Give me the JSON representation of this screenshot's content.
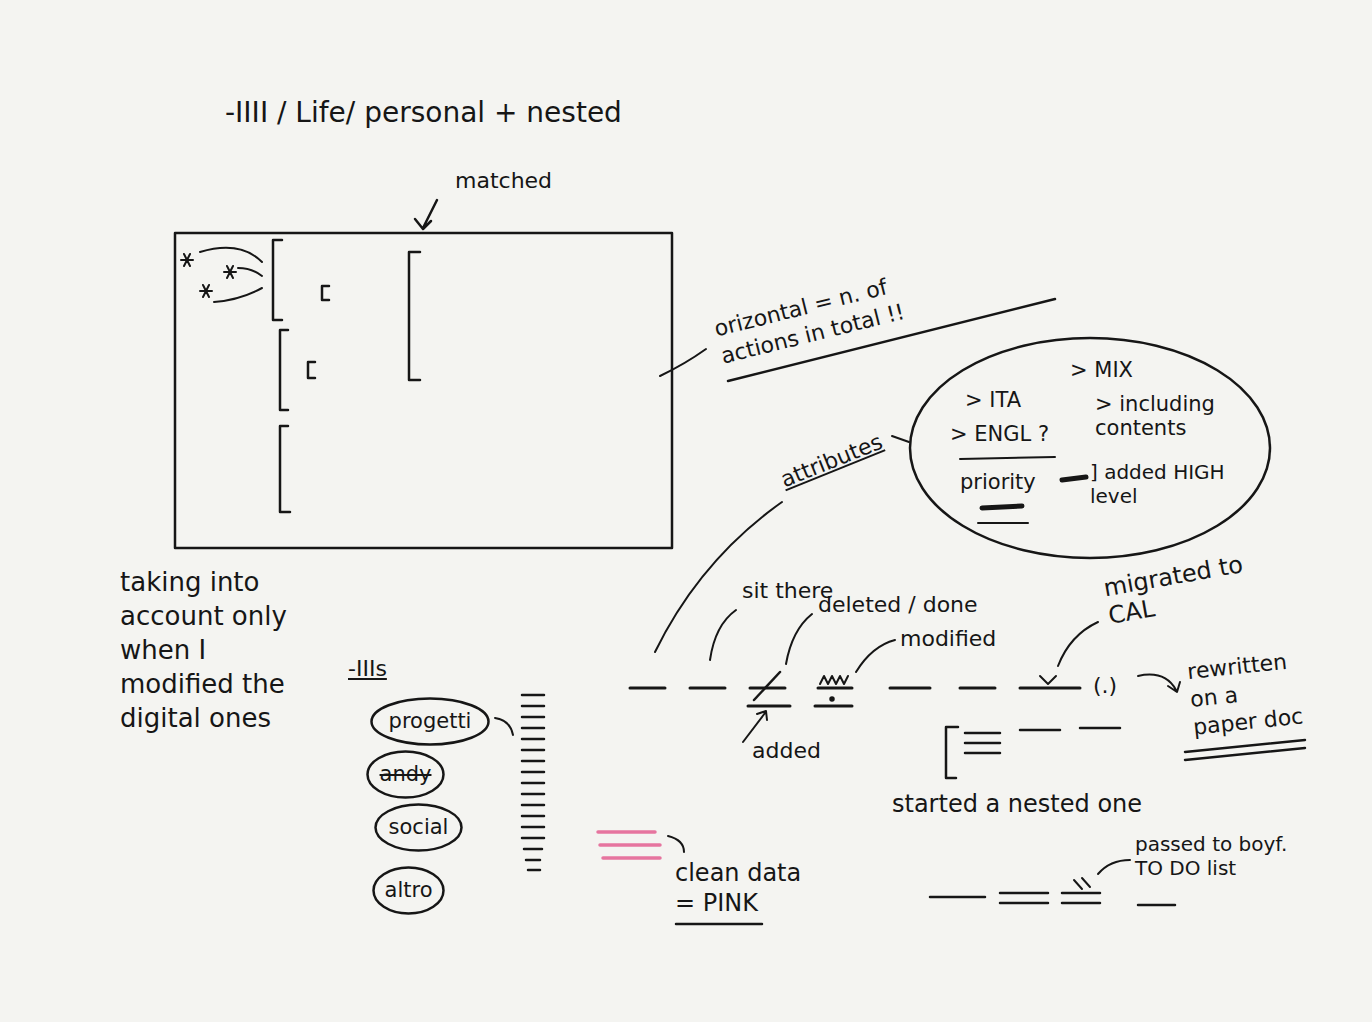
{
  "diagram": {
    "title": "-IIII / Life/ personal + nested",
    "nodes": [
      {
        "text": [
          "attributes",
          "> ITA",
          "> MIX",
          "> ENGL ?",
          "> including contents",
          "priority",
          "] added HIGH level"
        ]
      },
      {
        "text": [
          "progetti"
        ]
      },
      {
        "text": [
          "andy"
        ]
      },
      {
        "text": [
          "social"
        ]
      },
      {
        "text": [
          "altro"
        ]
      }
    ],
    "labels": [
      "matched",
      "orizontal = n. of actions in total !!",
      "taking into account only when I modified the digital ones",
      "-IIIs",
      "sit there",
      "deleted / done",
      "modified",
      "migrated to CAL",
      "(.)",
      "rewritten on a paper doc",
      "added",
      "started a nested one",
      "passed to boyf. TO DO list"
    ],
    "legend": [
      {
        "text": "clean data = PINK",
        "color": "#e6759f"
      }
    ]
  }
}
